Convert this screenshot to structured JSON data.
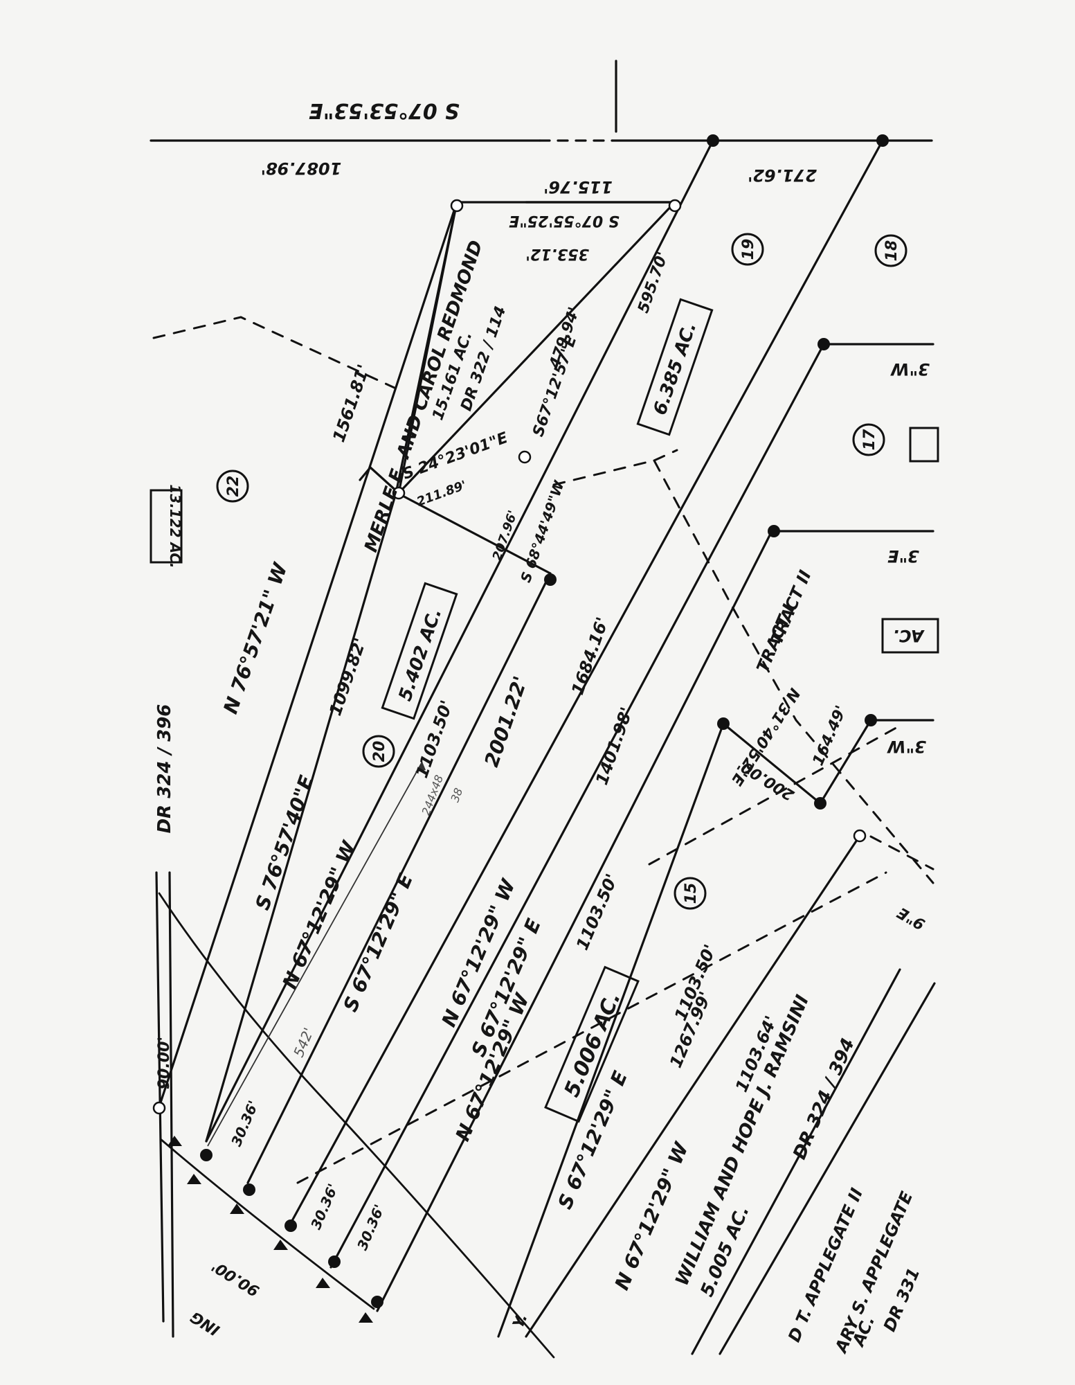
{
  "labels": {
    "b_top": "S 07°53'53\"E",
    "d_top": "1087.98'",
    "d_11576": "115.76'",
    "d_27162": "271.62'",
    "b_s0755": "S 07°55'25\"E",
    "d_35312": "353.12'",
    "d_59570": "595.70'",
    "d_47994": "479.94'",
    "b_s6712_57": "S67°12'57\"E",
    "d_156181": "1561.81'",
    "b_n7657": "N 76°57'21\" W",
    "owner_redmond": "MERLE E. AND CAROL REDMOND",
    "area_15161": "15.161 AC.",
    "dr_322": "DR 322 / 114",
    "b_s2423": "S 24°23'01\"E",
    "d_21189": "211.89'",
    "d_20796": "207.96'",
    "b_s6844": "S 68°44'49\"W",
    "area_6385": "6.385 AC.",
    "area_13122": "13.122 AC.",
    "d_109982": "1099.82'",
    "area_5402": "5.402 AC.",
    "d_110350_a": "1103.50'",
    "d_200122": "2001.22'",
    "d_168416": "1684.16'",
    "d_140198": "1401.98'",
    "dr_324_396": "DR 324 / 396",
    "b_s7657": "S 76°57'40\"E",
    "b_n6712_a": "N 67°12'29\" W",
    "b_s6712_a": "S 67°12'29\" E",
    "b_n6712_b": "N 67°12'29\" W",
    "b_s6712_b": "S 67°12'29\" E",
    "d_110350_b": "1103.50'",
    "b_n6712_c": "N 67°12'29\" W",
    "area_5006": "5.006 AC.",
    "b_s6712_c": "S 67°12'29\" E",
    "d_110350_c": "1103.50'",
    "d_126799": "1267.99'",
    "d_110364": "1103.64'",
    "b_n6712_d": "N 67°12'29\" W",
    "owner_ramsini": "WILLIAM AND HOPE J. RAMSINI",
    "area_5005": "5.005 AC.",
    "dr_324_394": "DR 324 / 394",
    "owner_applegate": "D T. APPLEGATE II",
    "owner_applegate2": "ARY S. APPLEGATE",
    "area_tail": "AC.",
    "dr_331": "DR 331",
    "tract_1": "TRACT I",
    "tract_2": "TRACT II",
    "b_n3140": "N 31°40'52\"E",
    "d_16449": "164.49'",
    "d_20000": "200.00'",
    "d_3036_a": "30.36'",
    "d_3036_b": "30.36'",
    "d_3036_c": "30.36'",
    "d_9000_a": "90.00'",
    "d_9000_b": "90.00'",
    "ann_542": "542'",
    "ann_2444": "244x48",
    "ann_38": "38",
    "edge_3e": "3\"E",
    "edge_3w_a": "3\"W",
    "edge_3w_b": "3\"W",
    "edge_ac": "AC.",
    "edge_9e": "9\"E",
    "edge_y": "Y.",
    "edge_ng": "ING",
    "lot_22": "22",
    "lot_20": "20",
    "lot_19": "19",
    "lot_18": "18",
    "lot_17": "17",
    "lot_15": "15"
  }
}
